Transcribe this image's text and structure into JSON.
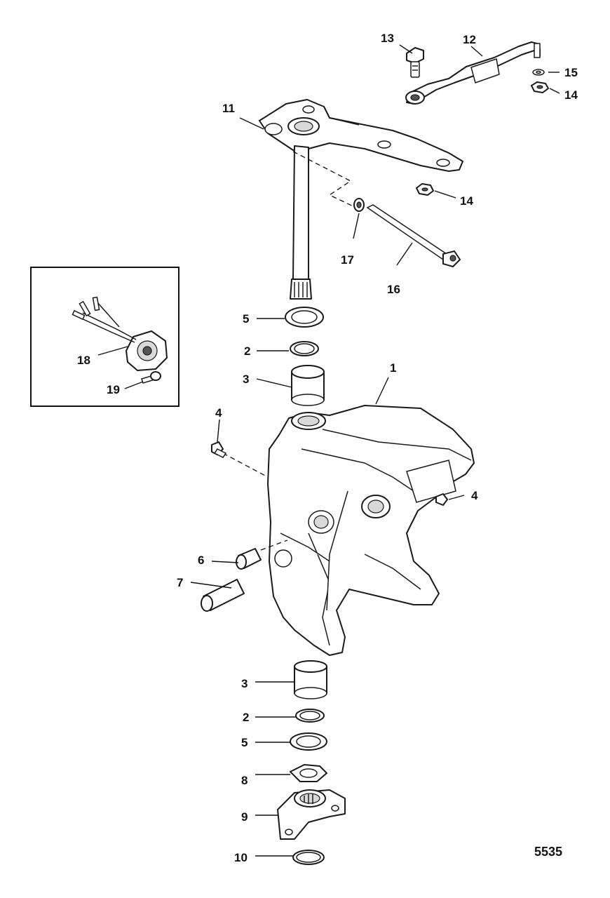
{
  "figure_number": "5535",
  "callouts": [
    {
      "id": "c13",
      "label": "13"
    },
    {
      "id": "c12",
      "label": "12"
    },
    {
      "id": "c15",
      "label": "15"
    },
    {
      "id": "c14a",
      "label": "14"
    },
    {
      "id": "c11",
      "label": "11"
    },
    {
      "id": "c14b",
      "label": "14"
    },
    {
      "id": "c17",
      "label": "17"
    },
    {
      "id": "c16",
      "label": "16"
    },
    {
      "id": "c5a",
      "label": "5"
    },
    {
      "id": "c2a",
      "label": "2"
    },
    {
      "id": "c1",
      "label": "1"
    },
    {
      "id": "c3a",
      "label": "3"
    },
    {
      "id": "c18",
      "label": "18"
    },
    {
      "id": "c19",
      "label": "19"
    },
    {
      "id": "c4a",
      "label": "4"
    },
    {
      "id": "c4b",
      "label": "4"
    },
    {
      "id": "c6",
      "label": "6"
    },
    {
      "id": "c7",
      "label": "7"
    },
    {
      "id": "c3b",
      "label": "3"
    },
    {
      "id": "c2b",
      "label": "2"
    },
    {
      "id": "c5b",
      "label": "5"
    },
    {
      "id": "c8",
      "label": "8"
    },
    {
      "id": "c9",
      "label": "9"
    },
    {
      "id": "c10",
      "label": "10"
    }
  ]
}
